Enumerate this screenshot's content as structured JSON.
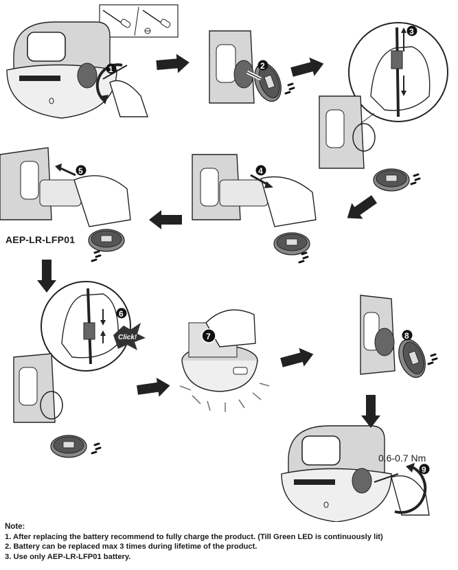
{
  "title": "",
  "model_label": "AEP-LR-LFP01",
  "torque_label": "0.6-0.7 Nm",
  "click_label": "Click!",
  "steps": [
    "1",
    "2",
    "3",
    "4",
    "5",
    "6",
    "7",
    "8",
    "9"
  ],
  "notes": {
    "heading": "Note:",
    "items": [
      "1. After replacing the battery recommend to fully charge the product.  (Till Green LED is continuously lit)",
      "2. Battery can be replaced max 3 times during lifetime of the product.",
      "3. Use only AEP-LR-LFP01 battery."
    ]
  },
  "icons": [
    "phillips-screwdriver-icon",
    "flathead-screwdriver-icon"
  ]
}
